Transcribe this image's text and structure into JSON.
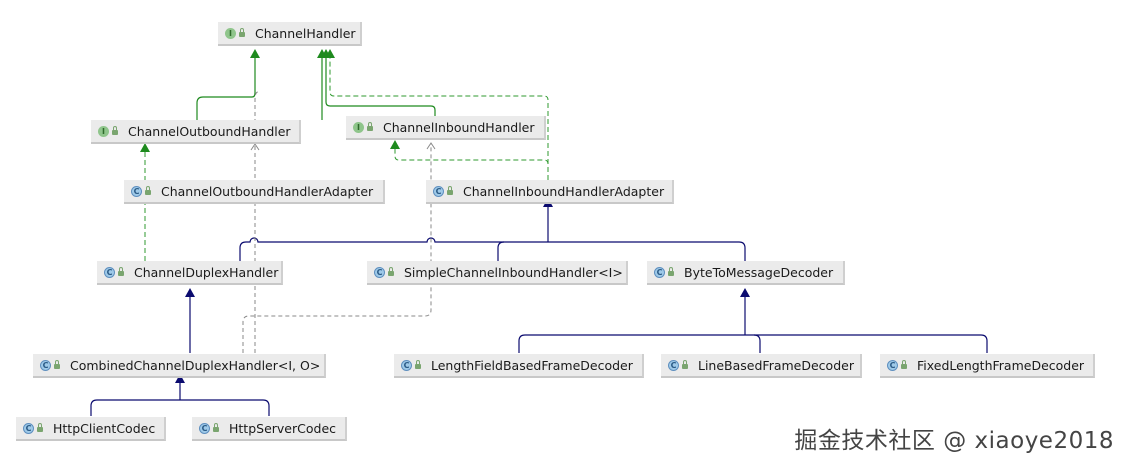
{
  "colors": {
    "extends_arrow": "#0b0b6f",
    "implements_arrow": "#1e8a1e",
    "dashed_implements": "#2f9a2f",
    "dependency_gray": "#8a8a8a",
    "node_bg": "#ebebeb"
  },
  "nodes": {
    "channel_handler": {
      "label": "ChannelHandler",
      "kind": "interface",
      "icon": "I"
    },
    "channel_outbound_handler": {
      "label": "ChannelOutboundHandler",
      "kind": "interface",
      "icon": "I"
    },
    "channel_inbound_handler": {
      "label": "ChannelInboundHandler",
      "kind": "interface",
      "icon": "I"
    },
    "channel_outbound_handler_adapter": {
      "label": "ChannelOutboundHandlerAdapter",
      "kind": "class",
      "icon": "C"
    },
    "channel_inbound_handler_adapter": {
      "label": "ChannelInboundHandlerAdapter",
      "kind": "class",
      "icon": "C"
    },
    "channel_duplex_handler": {
      "label": "ChannelDuplexHandler",
      "kind": "class",
      "icon": "C"
    },
    "simple_channel_inbound_handler": {
      "label": "SimpleChannelInboundHandler<I>",
      "kind": "class",
      "icon": "C"
    },
    "byte_to_message_decoder": {
      "label": "ByteToMessageDecoder",
      "kind": "class",
      "icon": "C"
    },
    "combined_channel_duplex_handler": {
      "label": "CombinedChannelDuplexHandler<I, O>",
      "kind": "class",
      "icon": "C"
    },
    "length_field_based_frame_decoder": {
      "label": "LengthFieldBasedFrameDecoder",
      "kind": "class",
      "icon": "C"
    },
    "line_based_frame_decoder": {
      "label": "LineBasedFrameDecoder",
      "kind": "class",
      "icon": "C"
    },
    "fixed_length_frame_decoder": {
      "label": "FixedLengthFrameDecoder",
      "kind": "class",
      "icon": "C"
    },
    "http_client_codec": {
      "label": "HttpClientCodec",
      "kind": "class",
      "icon": "C"
    },
    "http_server_codec": {
      "label": "HttpServerCodec",
      "kind": "class",
      "icon": "C"
    }
  },
  "watermark": "掘金技术社区 @ xiaoye2018"
}
